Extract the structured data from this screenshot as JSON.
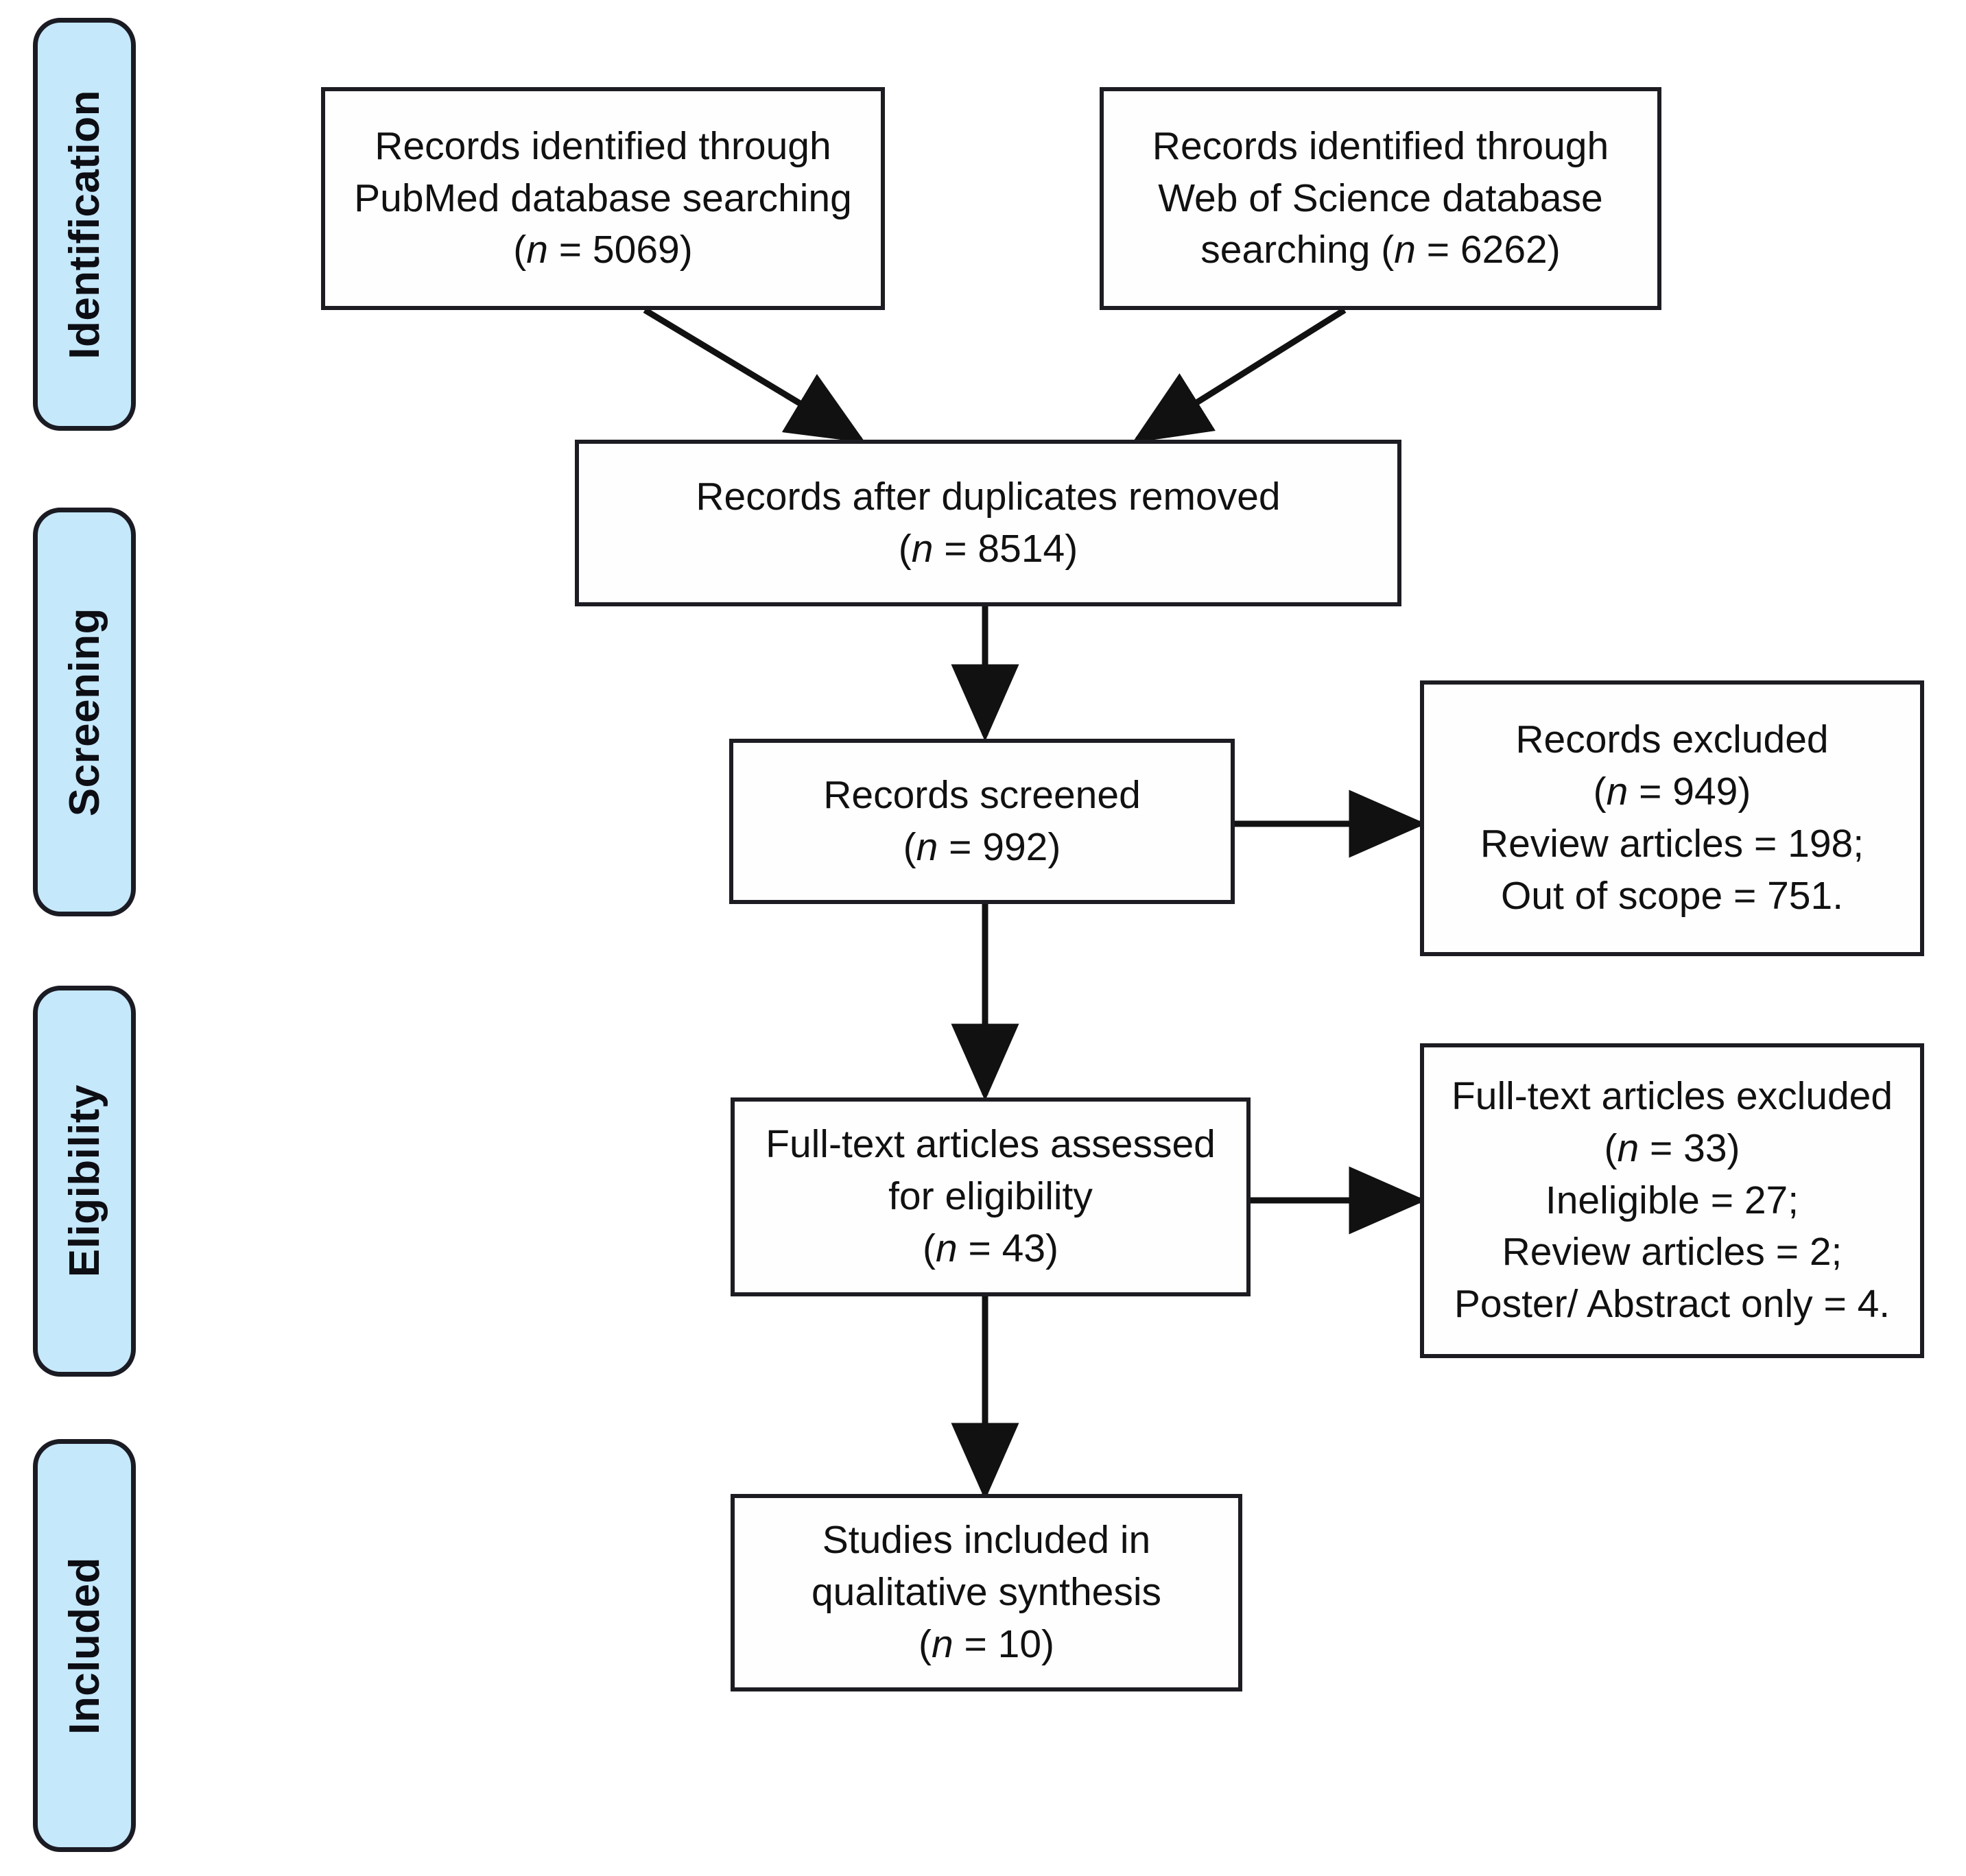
{
  "diagram": {
    "type": "prisma-flow-diagram",
    "background_color": "#ffffff",
    "box_border_color": "#1c1c22",
    "box_fill_color": "#fefefe",
    "stage_fill_color": "#c5e8fa",
    "stage_border_color": "#1b1b24",
    "arrow_color": "#111111"
  },
  "stages": [
    {
      "id": "identification",
      "label": "Identification"
    },
    {
      "id": "screening",
      "label": "Screening"
    },
    {
      "id": "eligibility",
      "label": "Eligibility"
    },
    {
      "id": "included",
      "label": "Included"
    }
  ],
  "nodes": {
    "pubmed": {
      "id": "records-identified-pubmed",
      "line1": "Records identified through",
      "line2": "PubMed database searching",
      "line3_pre": "(",
      "line3_n": "n",
      "line3_post": " = 5069)",
      "count": 5069
    },
    "wos": {
      "id": "records-identified-wos",
      "line1": "Records identified through",
      "line2": "Web of Science database",
      "line3_pre": "searching (",
      "line3_n": "n",
      "line3_post": " = 6262)",
      "count": 6262
    },
    "duplicates": {
      "id": "records-after-duplicates-removed",
      "line1": "Records after duplicates removed",
      "line2_pre": "(",
      "line2_n": "n",
      "line2_post": " = 8514)",
      "count": 8514
    },
    "screened": {
      "id": "records-screened",
      "line1": "Records screened",
      "line2_pre": "(",
      "line2_n": "n",
      "line2_post": " = 992)",
      "count": 992
    },
    "records_excluded": {
      "id": "records-excluded",
      "line1": "Records excluded",
      "line2_pre": "(",
      "line2_n": "n",
      "line2_post": " = 949)",
      "line3": "Review articles = 198;",
      "line4": "Out of scope = 751.",
      "count": 949,
      "reasons": [
        {
          "label": "Review articles",
          "value": 198
        },
        {
          "label": "Out of scope",
          "value": 751
        }
      ]
    },
    "fulltext_assessed": {
      "id": "full-text-articles-assessed",
      "line1": "Full-text articles assessed",
      "line2": "for eligibility",
      "line3_pre": "(",
      "line3_n": "n",
      "line3_post": " = 43)",
      "count": 43
    },
    "fulltext_excluded": {
      "id": "full-text-articles-excluded",
      "line1": "Full-text articles excluded",
      "line2_pre": "(",
      "line2_n": "n",
      "line2_post": " = 33)",
      "line3": "Ineligible = 27;",
      "line4": "Review articles = 2;",
      "line5": "Poster/ Abstract only = 4.",
      "count": 33,
      "reasons": [
        {
          "label": "Ineligible",
          "value": 27
        },
        {
          "label": "Review articles",
          "value": 2
        },
        {
          "label": "Poster/ Abstract only",
          "value": 4
        }
      ]
    },
    "included": {
      "id": "studies-included-qualitative",
      "line1": "Studies included in",
      "line2": "qualitative synthesis",
      "line3_pre": "(",
      "line3_n": "n",
      "line3_post": " = 10)",
      "count": 10
    }
  },
  "edges": [
    {
      "from": "pubmed",
      "to": "duplicates",
      "style": "diagonal-arrow"
    },
    {
      "from": "wos",
      "to": "duplicates",
      "style": "diagonal-arrow"
    },
    {
      "from": "duplicates",
      "to": "screened",
      "style": "vertical-arrow"
    },
    {
      "from": "screened",
      "to": "records_excluded",
      "style": "horizontal-arrow"
    },
    {
      "from": "screened",
      "to": "fulltext_assessed",
      "style": "vertical-arrow"
    },
    {
      "from": "fulltext_assessed",
      "to": "fulltext_excluded",
      "style": "horizontal-arrow"
    },
    {
      "from": "fulltext_assessed",
      "to": "included",
      "style": "vertical-arrow"
    }
  ]
}
